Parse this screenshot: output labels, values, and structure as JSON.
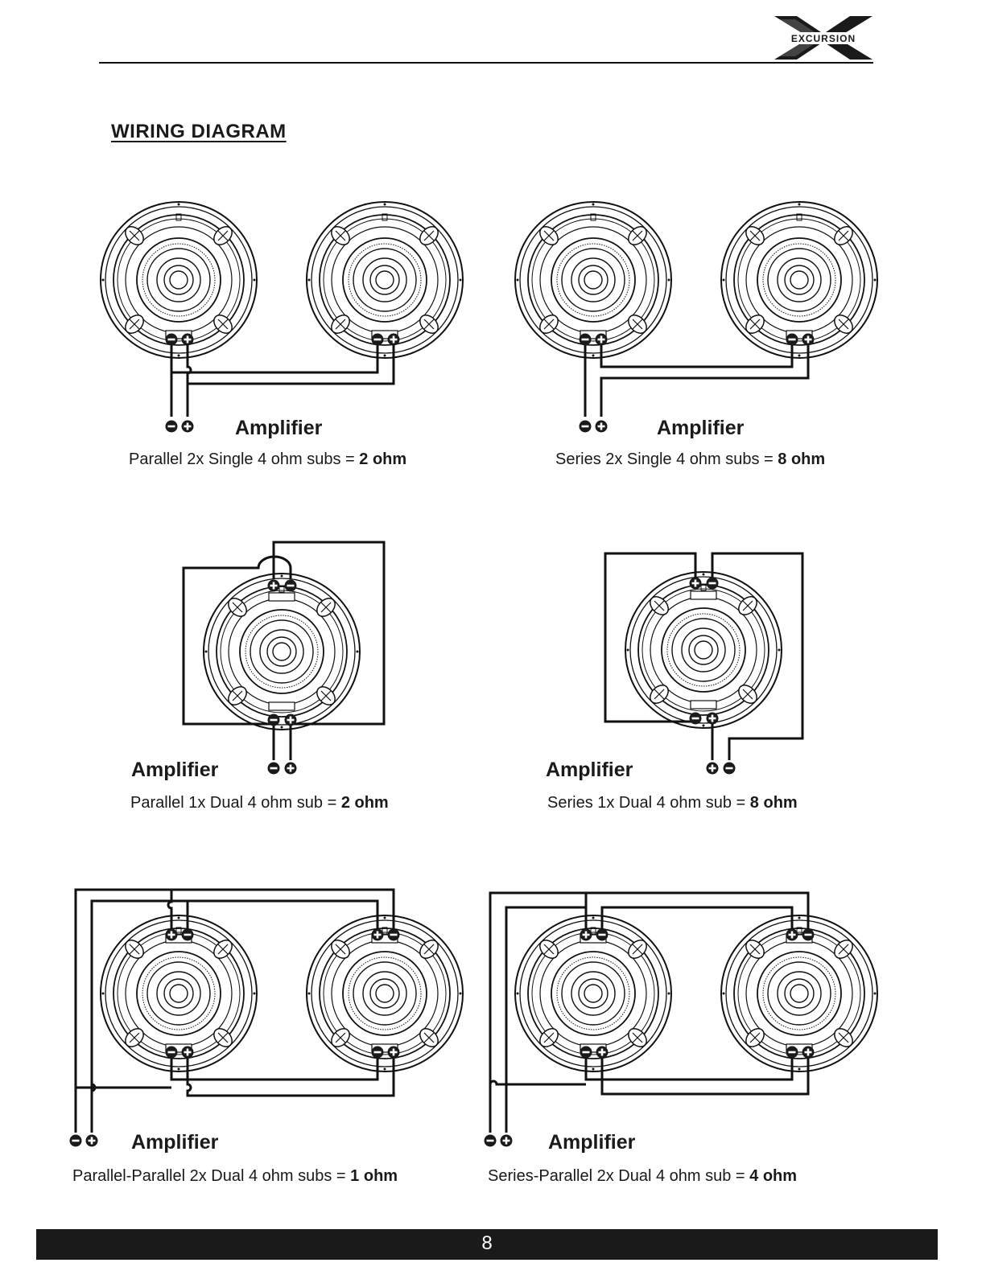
{
  "header": {
    "brand": "EXCURSION"
  },
  "section_title": "WIRING DIAGRAM",
  "diagrams": [
    {
      "amp_label": "Amplifier",
      "caption_text": "Parallel 2x Single 4 ohm subs = ",
      "caption_bold": "2 ohm"
    },
    {
      "amp_label": "Amplifier",
      "caption_text": "Series 2x Single 4 ohm subs = ",
      "caption_bold": "8 ohm"
    },
    {
      "amp_label": "Amplifier",
      "caption_text": "Parallel 1x Dual 4 ohm sub = ",
      "caption_bold": "2 ohm"
    },
    {
      "amp_label": "Amplifier",
      "caption_text": "Series 1x Dual 4 ohm sub = ",
      "caption_bold": "8 ohm"
    },
    {
      "amp_label": "Amplifier",
      "caption_text": "Parallel-Parallel 2x Dual 4 ohm subs = ",
      "caption_bold": "1 ohm"
    },
    {
      "amp_label": "Amplifier",
      "caption_text": "Series-Parallel 2x Dual 4 ohm sub = ",
      "caption_bold": "4 ohm"
    }
  ],
  "footer": {
    "page_number": "8"
  },
  "colors": {
    "ink": "#111111",
    "footer_bar": "#1a1a1a"
  }
}
